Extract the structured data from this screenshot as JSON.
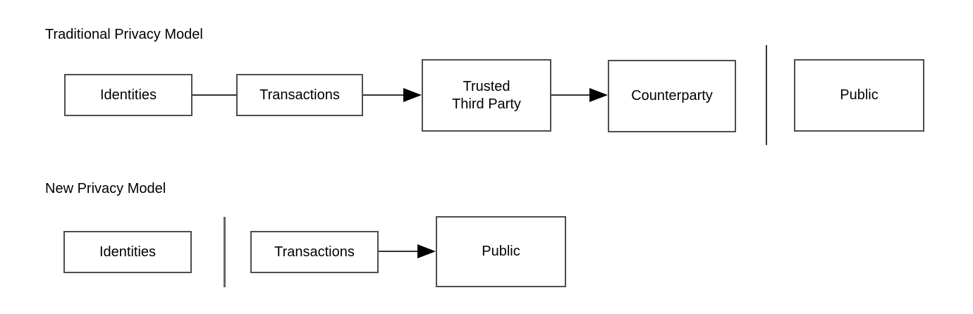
{
  "colors": {
    "background": "#ffffff",
    "box_border": "#4d4d4d",
    "connector_line": "#333333",
    "arrowhead": "#000000",
    "text": "#000000"
  },
  "diagram": {
    "traditional": {
      "title": "Traditional Privacy Model",
      "nodes": [
        {
          "label": "Identities"
        },
        {
          "label": "Transactions"
        },
        {
          "label": "Trusted\nThird Party"
        },
        {
          "label": "Counterparty"
        },
        {
          "label": "Public"
        }
      ],
      "connectors": [
        {
          "from": "Identities",
          "to": "Transactions",
          "style": "plain-line"
        },
        {
          "from": "Transactions",
          "to": "Trusted Third Party",
          "style": "arrow"
        },
        {
          "from": "Trusted Third Party",
          "to": "Counterparty",
          "style": "arrow"
        },
        {
          "divider": "vertical-bar-before-Public"
        }
      ]
    },
    "new": {
      "title": "New Privacy Model",
      "nodes": [
        {
          "label": "Identities"
        },
        {
          "label": "Transactions"
        },
        {
          "label": "Public"
        }
      ],
      "connectors": [
        {
          "divider": "vertical-bar-after-Identities"
        },
        {
          "from": "Transactions",
          "to": "Public",
          "style": "arrow"
        }
      ]
    }
  }
}
